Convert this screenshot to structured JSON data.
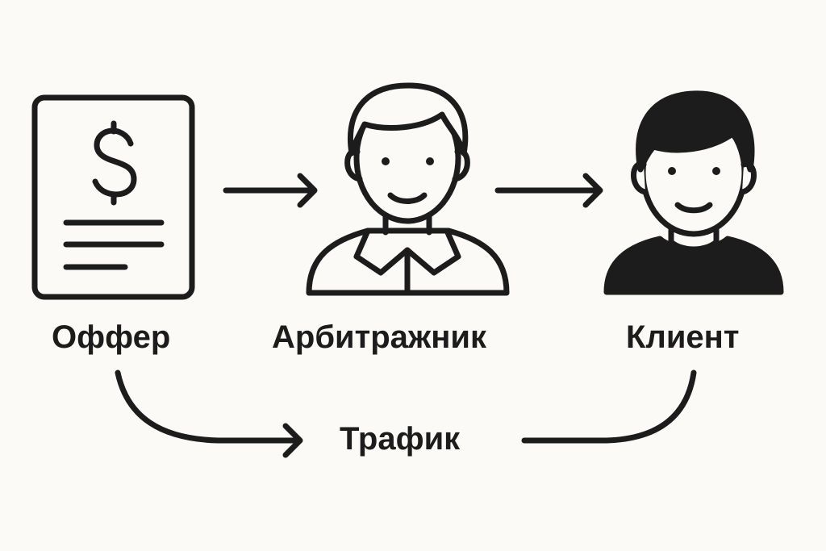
{
  "nodes": {
    "offer": {
      "label": "Оффер",
      "icon": "dollar-document-icon"
    },
    "arbitrager": {
      "label": "Арбитражник",
      "icon": "man-with-collar-icon"
    },
    "client": {
      "label": "Клиент",
      "icon": "person-dark-shirt-icon"
    }
  },
  "flow": {
    "label": "Трафик"
  },
  "colors": {
    "ink": "#1c1c1c",
    "background": "#fbfaf7"
  }
}
